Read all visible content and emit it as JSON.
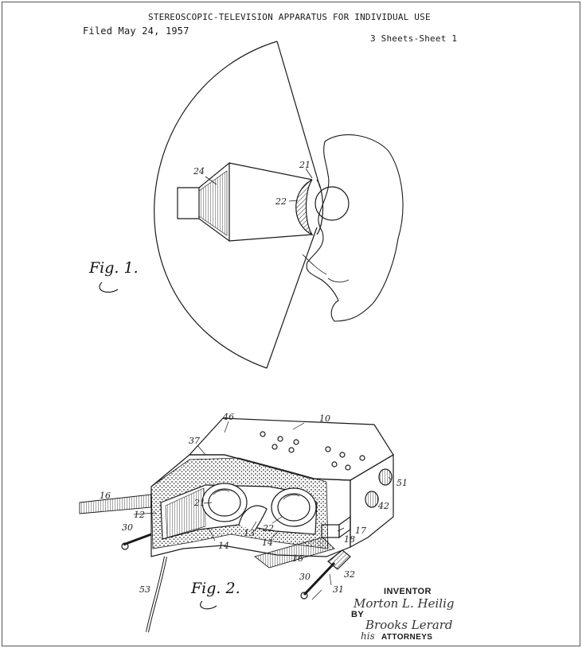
{
  "header": {
    "title": "STEREOSCOPIC-TELEVISION APPARATUS FOR INDIVIDUAL USE",
    "filed": "Filed May 24, 1957",
    "sheets": "3 Sheets-Sheet 1"
  },
  "figure1": {
    "label": "Fig. 1.",
    "refs": [
      "24",
      "21",
      "22"
    ]
  },
  "figure2": {
    "label": "Fig. 2.",
    "refs": [
      "46",
      "10",
      "37",
      "51",
      "16",
      "21",
      "42",
      "12",
      "22",
      "13",
      "17",
      "30",
      "14",
      "14",
      "18",
      "16",
      "53",
      "30",
      "32",
      "31"
    ]
  },
  "signature_block": {
    "inventor_label": "INVENTOR",
    "inventor_signature": "Morton L. Heilig",
    "by_label": "BY",
    "attorney_signature": "Brooks Lerard",
    "his_label": "his",
    "attorneys_label": "ATTORNEYS"
  },
  "colors": {
    "ink": "#1a1a1a",
    "paper": "#ffffff",
    "border": "#555555"
  }
}
